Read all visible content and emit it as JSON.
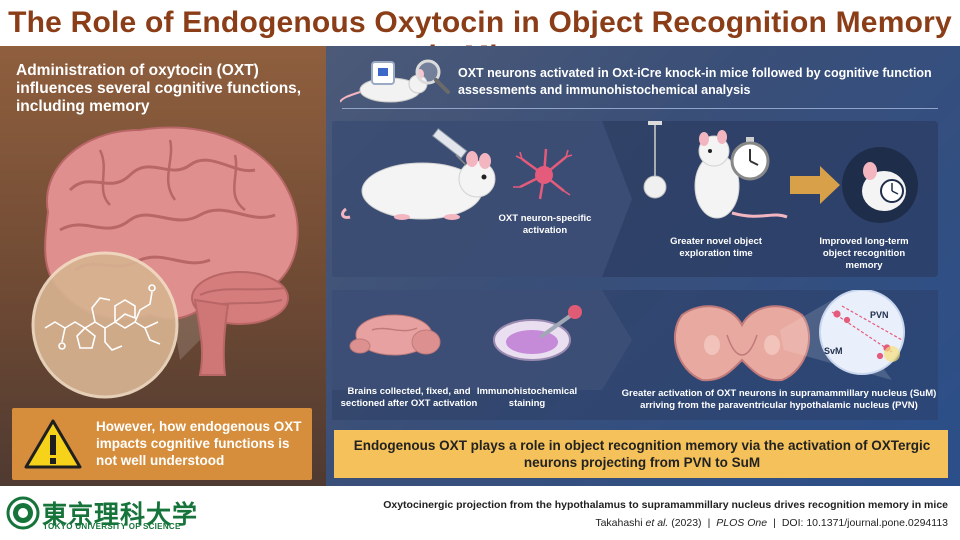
{
  "title": "The Role of Endogenous Oxytocin in Object Recognition Memory in Mice",
  "left": {
    "intro": "Administration of oxytocin (OXT) influences several cognitive functions, including memory",
    "warning": "However, how endogenous OXT impacts cognitive functions is not well understood"
  },
  "right": {
    "banner": "OXT neurons activated in Oxt-iCre knock-in mice followed by cognitive function assessments and immunohistochemical analysis",
    "experiment": {
      "activation": "OXT neuron-specific activation",
      "exploration": "Greater novel object exploration time",
      "memory": "Improved long-term object recognition memory"
    },
    "histology": {
      "brains": "Brains collected, fixed, and sectioned after OXT activation",
      "staining": "Immunohistochemical staining",
      "pvn_result": "Greater activation of OXT neurons in supramammillary nucleus (SuM) arriving from the paraventricular hypothalamic nucleus (PVN)",
      "label_pvn": "PVN",
      "label_svm": "SvM"
    },
    "conclusion": "Endogenous OXT plays a role in object recognition memory via the activation of OXTergic neurons projecting from PVN to SuM"
  },
  "footer": {
    "university_jp": "東京理科大学",
    "university_en": "TOKYO UNIVERSITY OF SCIENCE",
    "paper_title": "Oxytocinergic projection from the hypothalamus to supramammillary nucleus drives recognition memory in mice",
    "authors": "Takahashi",
    "etal": "et al.",
    "year": "(2023)",
    "journal": "PLOS One",
    "doi": "DOI: 10.1371/journal.pone.0294113"
  },
  "colors": {
    "title": "#8a3d16",
    "warning_box": "#d68e3c",
    "conclusion_box": "#f4c15a",
    "university_green": "#16743b"
  }
}
